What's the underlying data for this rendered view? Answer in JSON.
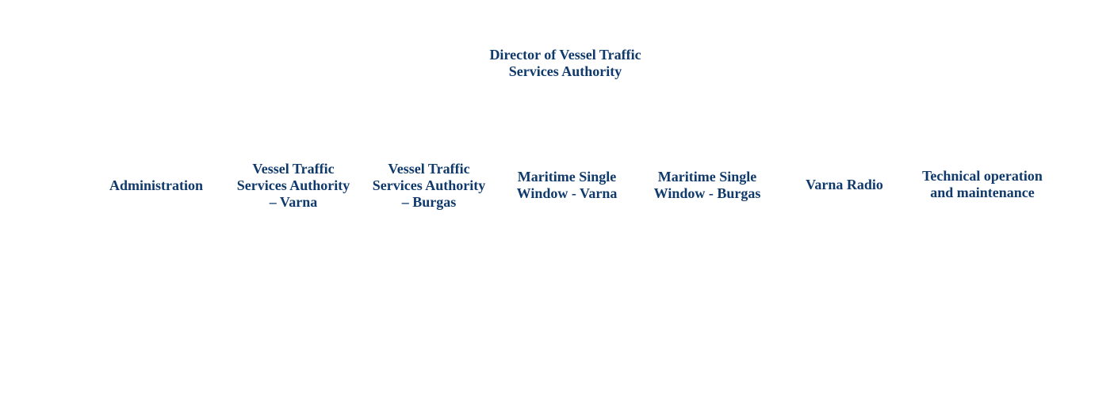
{
  "chart": {
    "root": {
      "lines": [
        "Director of Vessel Traffic",
        "Services Authority"
      ]
    },
    "units": [
      {
        "lines": [
          "Administration"
        ]
      },
      {
        "lines": [
          "Vessel Traffic",
          "Services Authority",
          "– Varna"
        ]
      },
      {
        "lines": [
          "Vessel Traffic",
          "Services Authority",
          "– Burgas"
        ]
      },
      {
        "lines": [
          "Maritime Single",
          "Window - Varna"
        ]
      },
      {
        "lines": [
          "Maritime Single",
          " Window - Burgas"
        ]
      },
      {
        "lines": [
          "Varna Radio"
        ]
      },
      {
        "lines": [
          "Technical operation",
          "and maintenance"
        ]
      }
    ]
  },
  "colors": {
    "text": "#0f3a6b",
    "background": "#ffffff"
  }
}
